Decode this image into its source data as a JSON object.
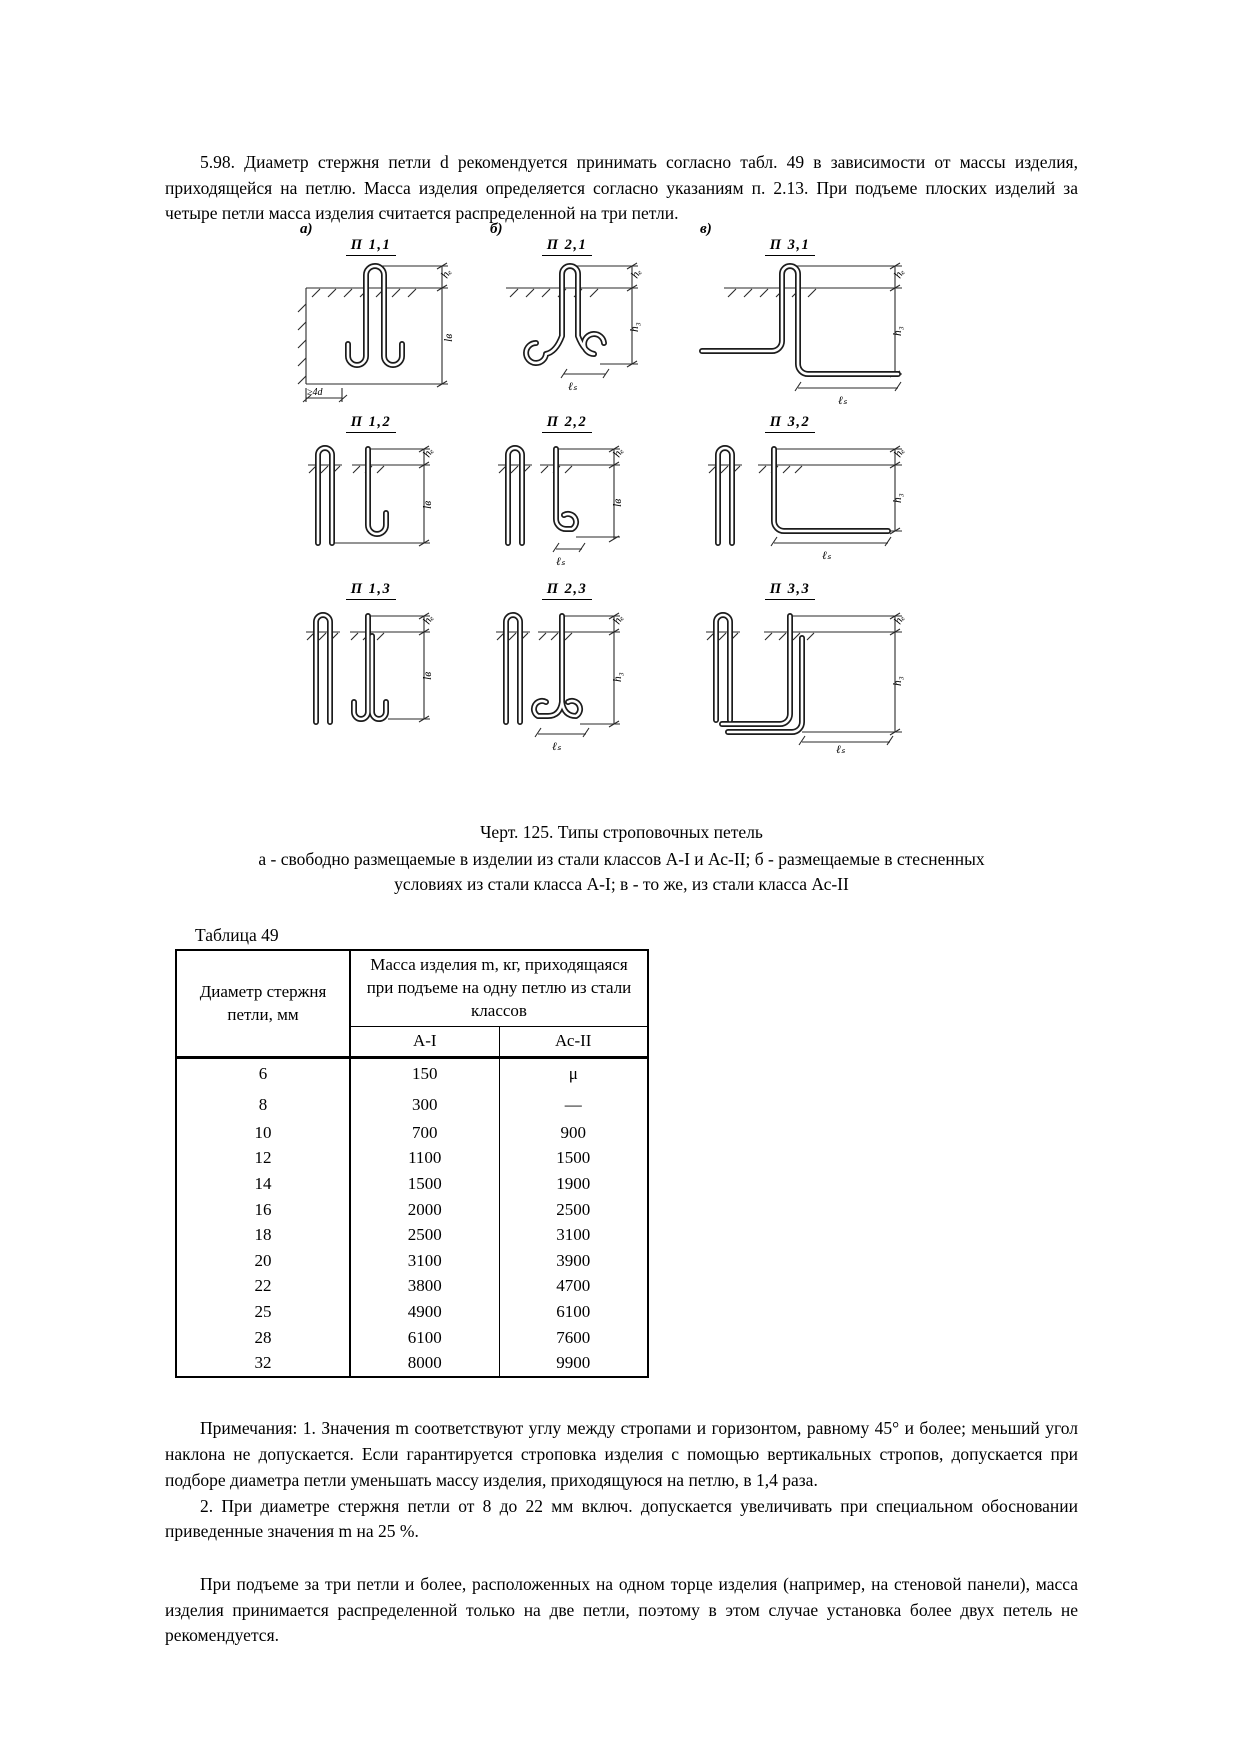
{
  "doc": {
    "para_598": "5.98. Диаметр стержня петли d рекомендуется принимать согласно табл. 49 в зависимости от массы изделия, приходящейся на петлю. Масса изделия определяется согласно указаниям п. 2.13. При подъеме плоских изделий за четыре петли масса изделия считается распределенной на три петли.",
    "figure": {
      "caption_title": "Черт. 125. Типы строповочных петель",
      "caption_sub": "а - свободно размещаемые в изделии из стали классов А-I и Ас-II; б - размещаемые в стесненных условиях из стали класса А-I; в - то же, из стали класса Ас-II",
      "col_letters": [
        "а)",
        "б)",
        "в)"
      ],
      "cells": [
        {
          "label": "П 1,1"
        },
        {
          "label": "П 2,1"
        },
        {
          "label": "П 3,1"
        },
        {
          "label": "П 1,2"
        },
        {
          "label": "П 2,2"
        },
        {
          "label": "П 3,2"
        },
        {
          "label": "П 1,3"
        },
        {
          "label": "П 2,3"
        },
        {
          "label": "П 3,3"
        }
      ],
      "dims": {
        "he": "hₑ",
        "lv": "lв",
        "h3": "h₃",
        "ls": "ℓₛ",
        "min4d": "≥4d"
      }
    },
    "table": {
      "label": "Таблица 49",
      "col1_header": "Диаметр стержня петли, мм",
      "col2_header": "Масса изделия m, кг, приходящаяся при подъеме на одну петлю из стали классов",
      "subheaders": [
        "А-I",
        "Ас-II"
      ],
      "rows": [
        [
          "6",
          "150",
          "μ"
        ],
        [
          "8",
          "300",
          "—"
        ],
        [
          "10",
          "700",
          "900"
        ],
        [
          "12",
          "1100",
          "1500"
        ],
        [
          "14",
          "1500",
          "1900"
        ],
        [
          "16",
          "2000",
          "2500"
        ],
        [
          "18",
          "2500",
          "3100"
        ],
        [
          "20",
          "3100",
          "3900"
        ],
        [
          "22",
          "3800",
          "4700"
        ],
        [
          "25",
          "4900",
          "6100"
        ],
        [
          "28",
          "6100",
          "7600"
        ],
        [
          "32",
          "8000",
          "9900"
        ]
      ]
    },
    "notes": {
      "n1": "Примечания: 1. Значения m соответствуют углу между стропами и горизонтом, равному 45° и более; меньший угол наклона не допускается. Если гарантируется строповка изделия с помощью вертикальных стропов, допускается при подборе диаметра петли уменьшать массу изделия, приходящуюся на петлю, в 1,4 раза.",
      "n2": "2. При диаметре стержня петли от 8 до 22 мм включ. допускается увеличивать при специальном обосновании приведенные значения m на 25 %."
    },
    "closing": "При подъеме за три петли и более, расположенных на одном торце изделия (например, на стеновой панели), масса изделия принимается распределенной только на две петли, поэтому в этом случае установка более двух петель не рекомендуется."
  }
}
